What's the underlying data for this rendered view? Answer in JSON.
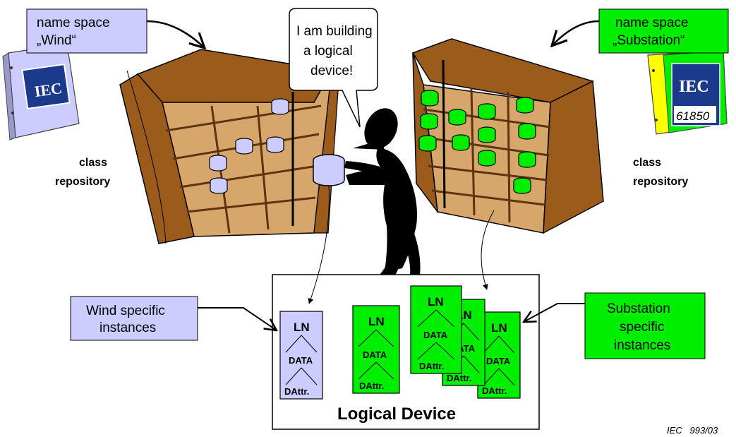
{
  "colors": {
    "wind": "#ccccff",
    "substation": "#00ee00",
    "cabinet": "#9b5b1b",
    "cabinet_dark": "#5e3410",
    "cabinet_light": "#d6a66a"
  },
  "callouts": {
    "wind_namespace": [
      "name space",
      "„Wind“"
    ],
    "substation_namespace": [
      "name space",
      "„Substation“"
    ],
    "wind_instances": [
      "Wind specific",
      "instances"
    ],
    "substation_instances": [
      "Substation",
      "specific",
      "instances"
    ]
  },
  "speech": [
    "I am building",
    "a logical",
    "device!"
  ],
  "repository_left": [
    "class",
    "repository"
  ],
  "repository_right": [
    "class",
    "repository"
  ],
  "binder_left": {
    "logo": "IEC"
  },
  "binder_right": {
    "logo": "IEC",
    "number": "61850"
  },
  "logical_device": {
    "title": "Logical Device",
    "card_ln": "LN",
    "card_data": "DATA",
    "card_dattr": "DAttr."
  },
  "figure_id": "IEC   993/03"
}
